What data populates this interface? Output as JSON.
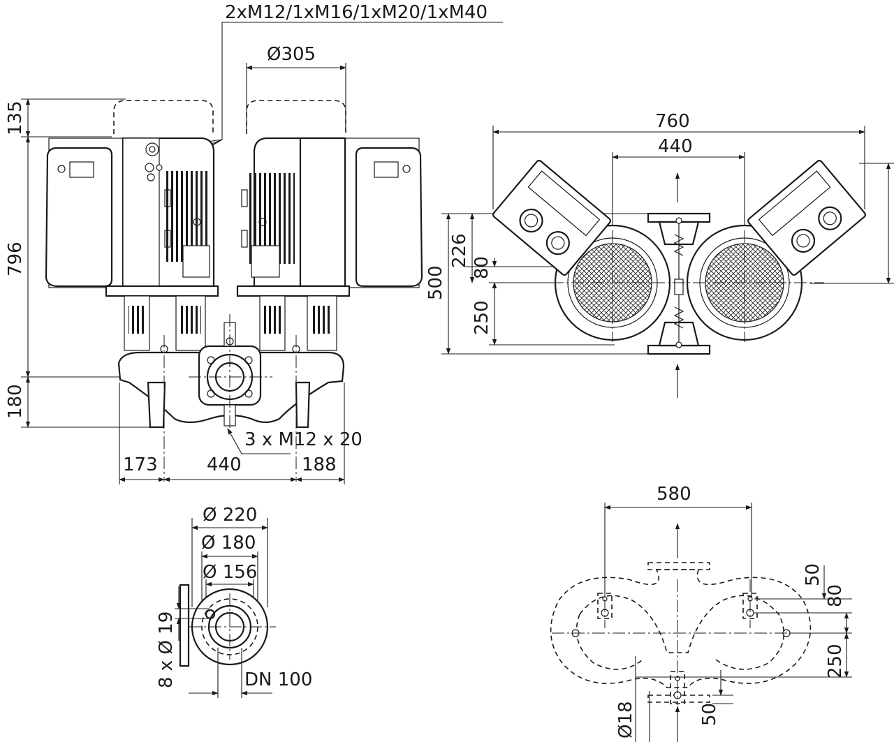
{
  "labels": {
    "cable_glands": "2xM12/1xM16/1xM20/1xM40",
    "motor_diameter": "Ø305",
    "dim_135": "135",
    "dim_796": "796",
    "dim_180": "180",
    "dim_173": "173",
    "dim_440_front": "440",
    "dim_188": "188",
    "bolts": "3 x M12 x 20",
    "dim_760": "760",
    "dim_440_top": "440",
    "dim_500": "500",
    "dim_226": "226",
    "dim_80_top": "80",
    "dim_250_top": "250",
    "flange_d220": "Ø 220",
    "flange_d180": "Ø 180",
    "flange_d156": "Ø 156",
    "flange_holes": "8 x Ø 19",
    "flange_dn": "DN 100",
    "dim_580": "580",
    "dim_50_right": "50",
    "dim_80_right": "80",
    "dim_250_right": "250",
    "dim_d18": "Ø18",
    "dim_50_bottom": "50"
  }
}
